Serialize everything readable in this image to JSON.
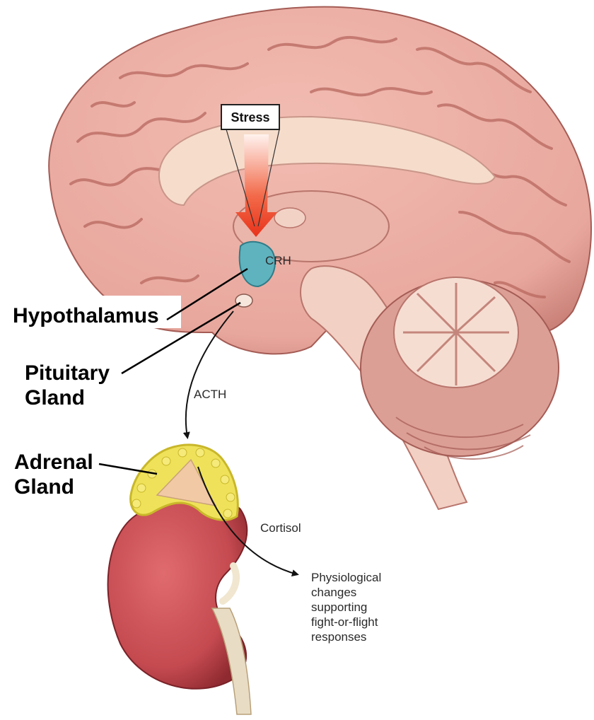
{
  "labels": {
    "stress": "Stress",
    "crh": "CRH",
    "hypothalamus": "Hypothalamus",
    "pituitary_line1": "Pituitary",
    "pituitary_line2": "Gland",
    "acth": "ACTH",
    "adrenal_line1": "Adrenal",
    "adrenal_line2": "Gland",
    "cortisol": "Cortisol",
    "effects_lines": [
      "Physiological",
      "changes",
      "supporting",
      "fight-or-flight",
      "responses"
    ]
  },
  "colors": {
    "brain": "#e8a79d",
    "brain_dark": "#b86b63",
    "corpus": "#f4d9c8",
    "hypothalamus": "#5fb3bf",
    "arrow": "#e8321a",
    "adrenal": "#e8d84a",
    "kidney": "#c44a50",
    "kidney_dark": "#8e2a30"
  }
}
